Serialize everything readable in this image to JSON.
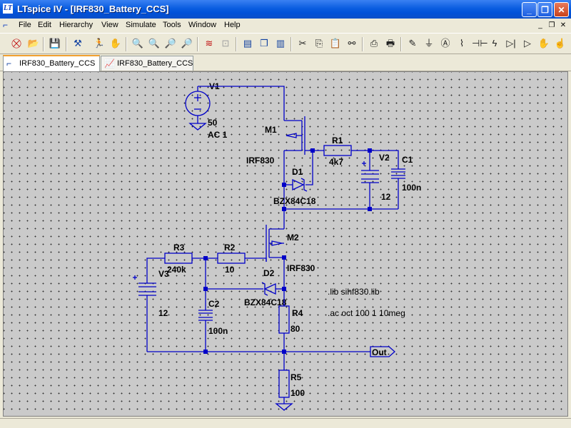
{
  "window": {
    "title": "LTspice IV - [IRF830_Battery_CCS]",
    "app_icon_glyph": "LT",
    "controls": {
      "minimize": "_",
      "maximize": "❐",
      "close": "✕"
    }
  },
  "menu": [
    {
      "label": "File"
    },
    {
      "label": "Edit"
    },
    {
      "label": "Hierarchy"
    },
    {
      "label": "View"
    },
    {
      "label": "Simulate"
    },
    {
      "label": "Tools"
    },
    {
      "label": "Window"
    },
    {
      "label": "Help"
    }
  ],
  "mdi_controls": {
    "minimize": "_",
    "restore": "❐",
    "close": "✕"
  },
  "toolbar": {
    "icons": [
      "new-schematic",
      "open",
      "save",
      "control-panel",
      "run",
      "halt",
      "zoom-in",
      "pan",
      "zoom-out",
      "zoom-cancel",
      "autorange",
      "fit",
      "tile-horizontal",
      "cascade",
      "tile-vertical",
      "cut",
      "copy",
      "find",
      "print-setup",
      "print",
      "wire",
      "ground",
      "label-net",
      "resistor",
      "capacitor",
      "inductor",
      "diode",
      "component",
      "move",
      "drag"
    ]
  },
  "tabs": [
    {
      "label": "IRF830_Battery_CCS",
      "icon": "schematic-icon",
      "active": true
    },
    {
      "label": "IRF830_Battery_CCS",
      "icon": "waveform-icon",
      "active": false
    }
  ],
  "schematic": {
    "V1": {
      "name": "V1",
      "value": "50",
      "ac": "AC 1"
    },
    "M1": {
      "name": "M1",
      "model": "IRF830"
    },
    "R1": {
      "name": "R1",
      "value": "4k7"
    },
    "V2": {
      "name": "V2",
      "value": "12"
    },
    "C1": {
      "name": "C1",
      "value": "100n"
    },
    "D1": {
      "name": "D1",
      "model": "BZX84C18"
    },
    "M2": {
      "name": "M2",
      "model": "IRF830"
    },
    "R3": {
      "name": "R3",
      "value": "240k"
    },
    "R2": {
      "name": "R2",
      "value": "10"
    },
    "V3": {
      "name": "V3",
      "value": "12"
    },
    "D2": {
      "name": "D2",
      "model": "BZX84C18"
    },
    "C2": {
      "name": "C2",
      "value": "100n"
    },
    "R4": {
      "name": "R4",
      "value": "80"
    },
    "R5": {
      "name": "R5",
      "value": "100"
    },
    "out_label": "Out",
    "directives": [
      ".lib sihf830.lib",
      ".ac oct 100 1 10meg"
    ]
  }
}
